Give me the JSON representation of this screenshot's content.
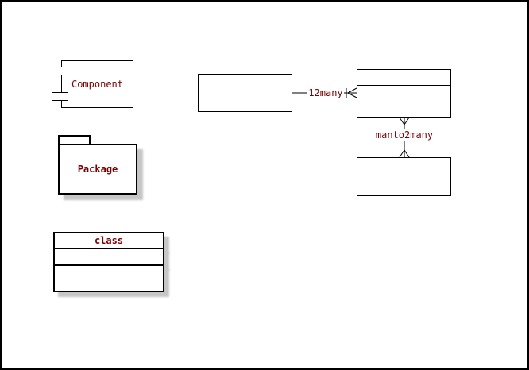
{
  "diagram": {
    "component": {
      "label": "Component"
    },
    "package": {
      "label": "Package"
    },
    "class_box": {
      "label": "class"
    },
    "relation_one_to_many": {
      "label": "12many"
    },
    "relation_many_to_many": {
      "label": "manto2many"
    }
  },
  "colors": {
    "background": "#ffffff",
    "line": "#000000",
    "label_text": "#7b0000",
    "shadow": "#c6c6c6"
  }
}
